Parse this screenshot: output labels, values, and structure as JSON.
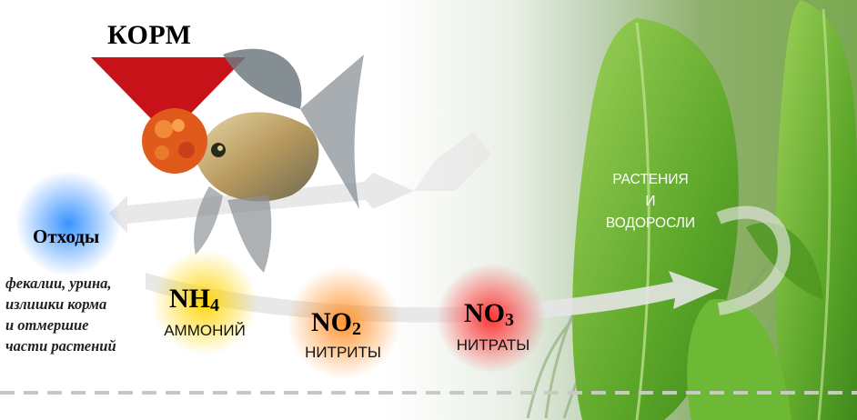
{
  "feed": {
    "title": "КОРМ"
  },
  "waste": {
    "title": "Отходы",
    "lines": [
      "фекалии, урина,",
      "излишки корма",
      "и отмершие",
      "части растений"
    ]
  },
  "nh4": {
    "formula_main": "NH",
    "formula_sub": "4",
    "name": "АММОНИЙ"
  },
  "no2": {
    "formula_main": "NO",
    "formula_sub": "2",
    "name": "НИТРИТЫ"
  },
  "no3": {
    "formula_main": "NO",
    "formula_sub": "3",
    "name": "НИТРАТЫ"
  },
  "plants": {
    "lines": [
      "РАСТЕНИЯ",
      "И",
      "ВОДОРОСЛИ"
    ]
  },
  "colors": {
    "feed_triangle": "#c8121a",
    "waste_glow": "#52a7ff",
    "nh4_glow": "#ffd400",
    "no2_glow": "#ff9a2a",
    "no3_glow": "#ff3333",
    "leaf": "#6fb432",
    "arrow": "#e3e3e3"
  },
  "icons": [
    "feed-triangle-icon",
    "fish-icon",
    "feed-pellet-icon",
    "cycle-arrow-icon",
    "plant-leaves-icon"
  ]
}
